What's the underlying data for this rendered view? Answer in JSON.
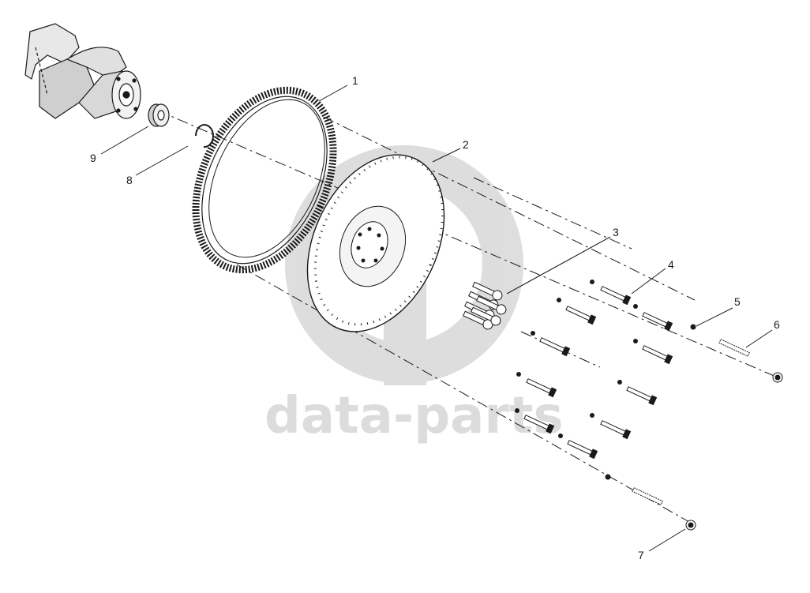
{
  "watermark": {
    "text": "data-parts",
    "color": "#d9d9d9"
  },
  "callouts": [
    "1",
    "2",
    "3",
    "4",
    "5",
    "6",
    "7",
    "8",
    "9"
  ],
  "colors": {
    "line": "#1a1a1a",
    "watermark": "#d9d9d9",
    "background": "#ffffff"
  }
}
